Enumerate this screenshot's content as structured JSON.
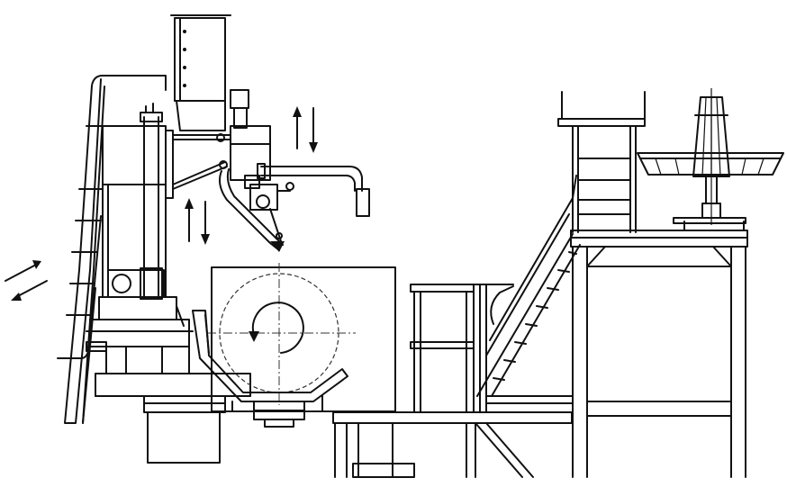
{
  "figure": {
    "type": "engineering-line-drawing",
    "colors": {
      "line": "#111111",
      "background": "#ffffff"
    },
    "components": [
      "left-access-ladder",
      "feed-hopper-chute",
      "vertical-column-frame",
      "traverse-drive-unit",
      "spray-arm-pipe",
      "spray-nozzle-assembly",
      "rotating-drum-enclosure",
      "collection-chute",
      "base-platform",
      "stair-tower",
      "inclined-staircase",
      "right-elevated-platform",
      "rotary-distributor-cone"
    ],
    "motion_indicators": [
      {
        "name": "vertical-travel-upper",
        "kind": "double-arrow-vertical"
      },
      {
        "name": "vertical-travel-lower",
        "kind": "double-arrow-vertical"
      },
      {
        "name": "horizontal-travel",
        "kind": "double-arrow-diagonal"
      },
      {
        "name": "drum-rotation",
        "kind": "curved-arrow"
      }
    ]
  }
}
